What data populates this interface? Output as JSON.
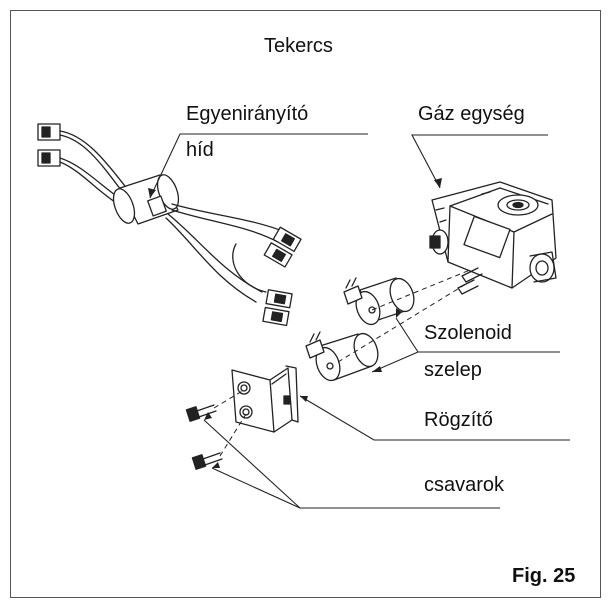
{
  "title": "Tekercs",
  "labels": {
    "rectifier_line1": "Egyenirányító",
    "rectifier_line2": "híd",
    "gas_unit": "Gáz egység",
    "solenoid_line1": "Szolenoid",
    "solenoid_line2": "szelep",
    "bracket": "Rögzítő",
    "screws": "csavarok"
  },
  "figure_number": "Fig. 25"
}
